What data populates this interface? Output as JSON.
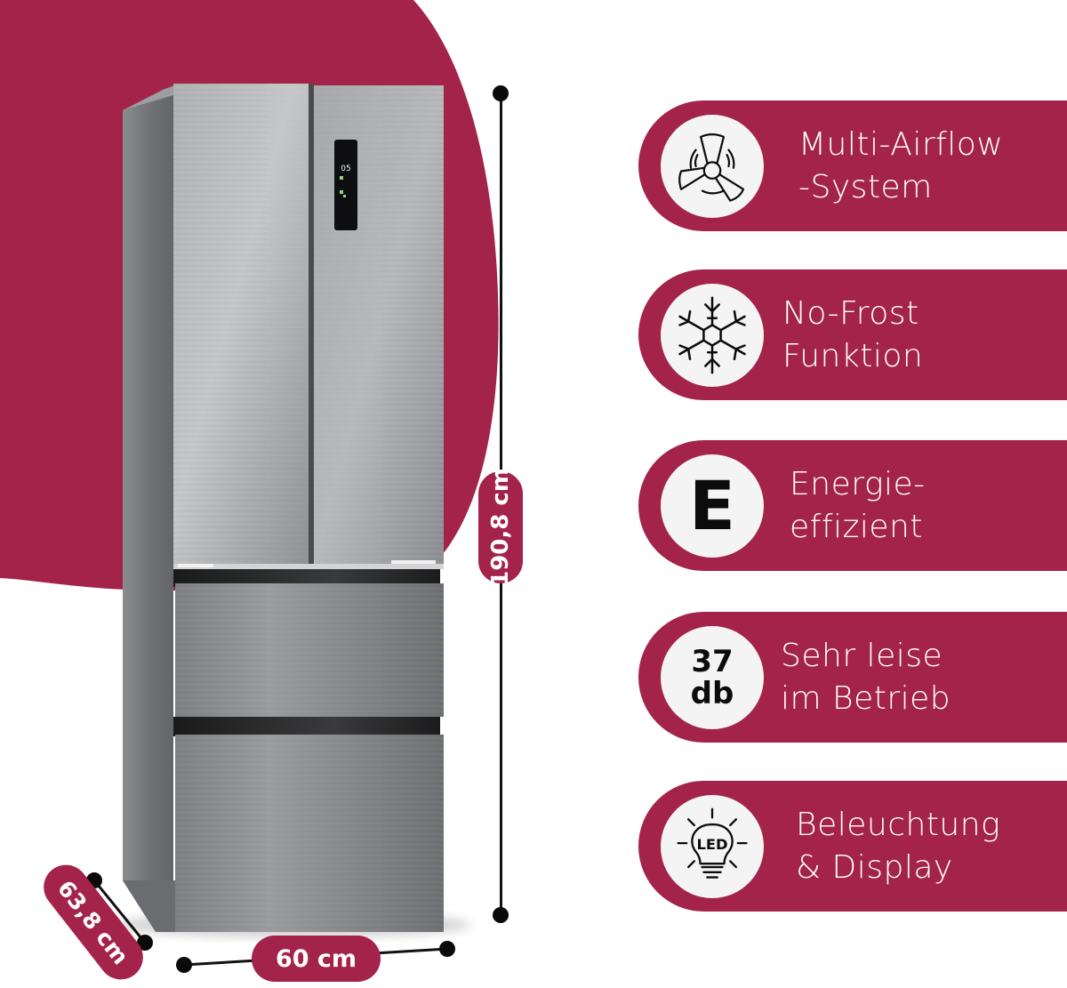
{
  "colors": {
    "accent": "#a3234a",
    "icon_bg": "#f4f4f4",
    "icon_stroke": "#0c0c0c",
    "text_on_accent": "#ffffff",
    "steel_light": "#b9bbbd",
    "steel_dark": "#5a5c5f"
  },
  "product": {
    "type": "French-door refrigerator",
    "display_reading": "05"
  },
  "dimensions": {
    "height": "190,8 cm",
    "width": "60 cm",
    "depth": "63,8 cm"
  },
  "features": [
    {
      "icon": "fan-icon",
      "line1": "Multi-Airflow",
      "line2": "-System"
    },
    {
      "icon": "snowflake-icon",
      "line1": "No-Frost",
      "line2": "Funktion"
    },
    {
      "icon": "energy-class-icon",
      "icon_text": "E",
      "line1": "Energie-",
      "line2": "effizient"
    },
    {
      "icon": "noise-level-icon",
      "icon_text_1": "37",
      "icon_text_2": "db",
      "line1": "Sehr leise",
      "line2": "im Betrieb"
    },
    {
      "icon": "led-bulb-icon",
      "icon_text": "LED",
      "line1": "Beleuchtung",
      "line2": "& Display"
    }
  ]
}
